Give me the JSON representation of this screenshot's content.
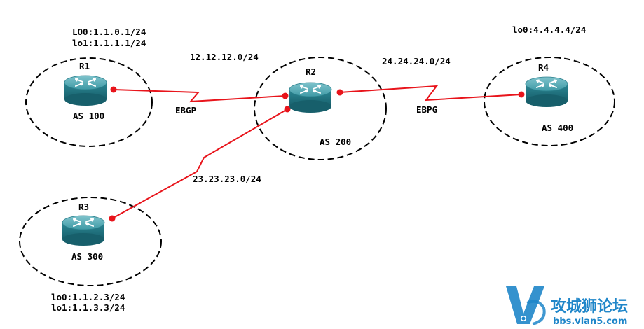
{
  "routers": {
    "r1": {
      "name": "R1",
      "as": "AS 100",
      "lo0": "LO0:1.1.0.1/24",
      "lo1": "lo1:1.1.1.1/24"
    },
    "r2": {
      "name": "R2",
      "as": "AS 200"
    },
    "r3": {
      "name": "R3",
      "as": "AS 300",
      "lo0": "lo0:1.1.2.3/24",
      "lo1": "lo1:1.1.3.3/24"
    },
    "r4": {
      "name": "R4",
      "as": "AS 400",
      "lo0": "lo0:4.4.4.4/24"
    }
  },
  "links": {
    "r1_r2": {
      "net": "12.12.12.0/24",
      "type": "EBGP"
    },
    "r2_r3": {
      "net": "23.23.23.0/24"
    },
    "r2_r4": {
      "net": "24.24.24.0/24",
      "type": "EBPG"
    }
  },
  "watermark": {
    "chinese": "攻城狮论坛",
    "url": "bbs.vlan5.com"
  },
  "colors": {
    "link": "#e8141b",
    "router": "#1a7f8c",
    "watermark": "#1f86c9"
  }
}
